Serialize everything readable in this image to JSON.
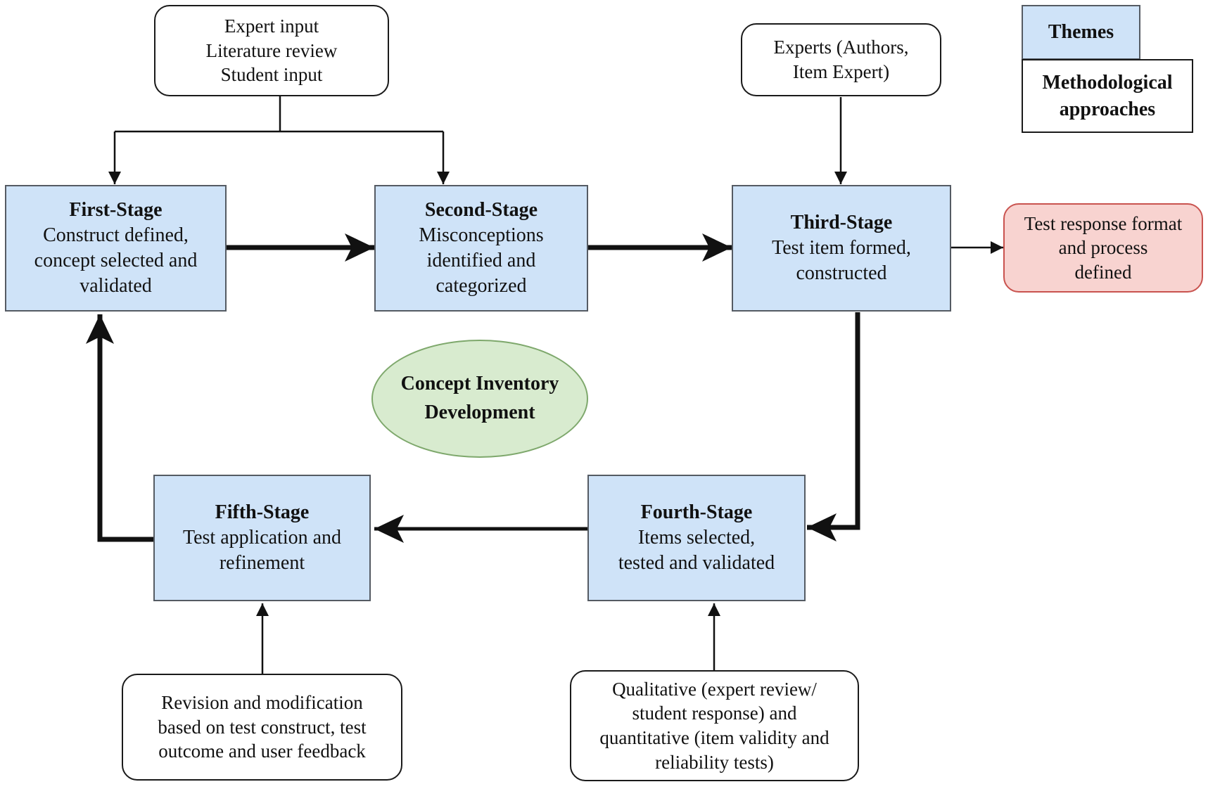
{
  "legend": {
    "themes": "Themes",
    "methodological_approaches": [
      "Methodological",
      "approaches"
    ]
  },
  "inputs": {
    "first_second": [
      "Expert input",
      "Literature review",
      "Student input"
    ],
    "third": [
      "Experts (Authors,",
      "Item Expert)"
    ],
    "fourth": [
      "Qualitative (expert review/",
      "student response) and",
      "quantitative (item validity and",
      "reliability tests)"
    ],
    "fifth": [
      "Revision and modification",
      "based on test construct, test",
      "outcome and user feedback"
    ]
  },
  "stages": {
    "first": {
      "title": "First-Stage",
      "lines": [
        "Construct defined,",
        "concept selected and",
        "validated"
      ]
    },
    "second": {
      "title": "Second-Stage",
      "lines": [
        "Misconceptions",
        "identified and",
        "categorized"
      ]
    },
    "third": {
      "title": "Third-Stage",
      "lines": [
        "Test item formed,",
        "constructed"
      ]
    },
    "fourth": {
      "title": "Fourth-Stage",
      "lines": [
        "Items selected,",
        "tested and validated"
      ]
    },
    "fifth": {
      "title": "Fifth-Stage",
      "lines": [
        "Test application and",
        "refinement"
      ]
    }
  },
  "output": {
    "third": [
      "Test response format",
      "and process",
      "defined"
    ]
  },
  "center": [
    "Concept Inventory",
    "Development"
  ],
  "colors": {
    "theme_fill": "#cfe3f8",
    "theme_border": "#555b63",
    "output_fill": "#f8d3d0",
    "output_border": "#c9534f",
    "center_fill": "#d8ebcf",
    "center_border": "#7ea86c"
  }
}
